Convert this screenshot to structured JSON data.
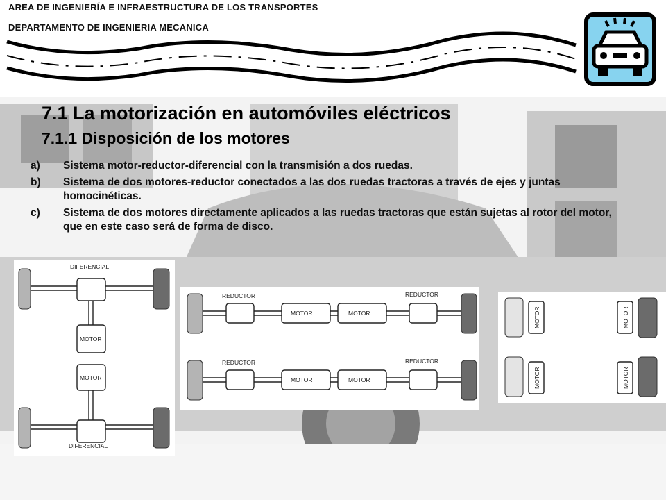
{
  "header": {
    "line1": "AREA DE INGENIERÍA E INFRAESTRUCTURA DE LOS TRANSPORTES",
    "line2": "DEPARTAMENTO DE INGENIERIA MECANICA"
  },
  "title": {
    "main": "7.1 La motorización en automóviles eléctricos",
    "sub": "7.1.1 Disposición de los motores"
  },
  "items": [
    {
      "label": "a)",
      "text": "Sistema motor-reductor-diferencial con la transmisión a dos ruedas."
    },
    {
      "label": "b)",
      "text": "Sistema de dos motores-reductor conectados a las dos ruedas tractoras a través de ejes y juntas homocinéticas."
    },
    {
      "label": "c)",
      "text": "Sistema de dos motores directamente aplicados a las ruedas tractoras que están sujetas al rotor del motor, que en este caso será de forma de disco."
    }
  ],
  "diagram_a": {
    "diff_top": "DIFERENCIAL",
    "motor_top": "MOTOR",
    "motor_bottom": "MOTOR",
    "diff_bottom": "DIFERENCIAL"
  },
  "diagram_b": {
    "reductor_tl": "REDUCTOR",
    "reductor_tr": "REDUCTOR",
    "reductor_bl": "REDUCTOR",
    "reductor_br": "REDUCTOR",
    "motor": "MOTOR"
  },
  "diagram_c": {
    "motor": "MOTOR"
  },
  "colors": {
    "logo_bg": "#87d3ef",
    "wheel_light": "#b4b4b4",
    "wheel_dark": "#6b6b6b"
  }
}
